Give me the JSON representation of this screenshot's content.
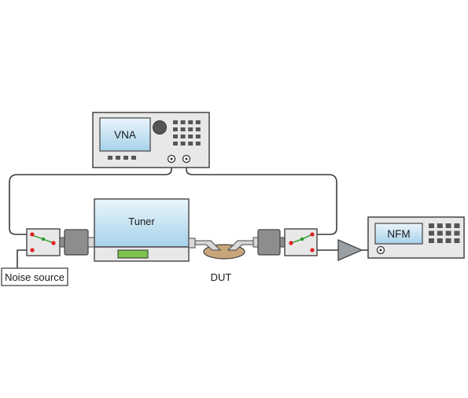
{
  "labels": {
    "vna": "VNA",
    "tuner": "Tuner",
    "nfm": "NFM",
    "dut": "DUT",
    "noise_source": "Noise source"
  },
  "colors": {
    "cable": "#3a3a3a",
    "instrument_fill": "#e8e8e8",
    "instrument_stroke": "#444444",
    "screen_top": "#eaf5fb",
    "screen_bottom": "#a6d2ea",
    "button_dark": "#555555",
    "adapter_gray": "#8d8d8d",
    "switch_port_red": "#e02020",
    "switch_pivot_green": "#2a9a2a",
    "tuner_display": "#7dc24b",
    "dut_fill": "#c8a67a",
    "amplifier_fill": "#9aa0a4"
  },
  "icons": {
    "vna_knob": "round-dial",
    "switch": "rf-switch",
    "amplifier": "amplifier-triangle",
    "port": "coax-port"
  }
}
